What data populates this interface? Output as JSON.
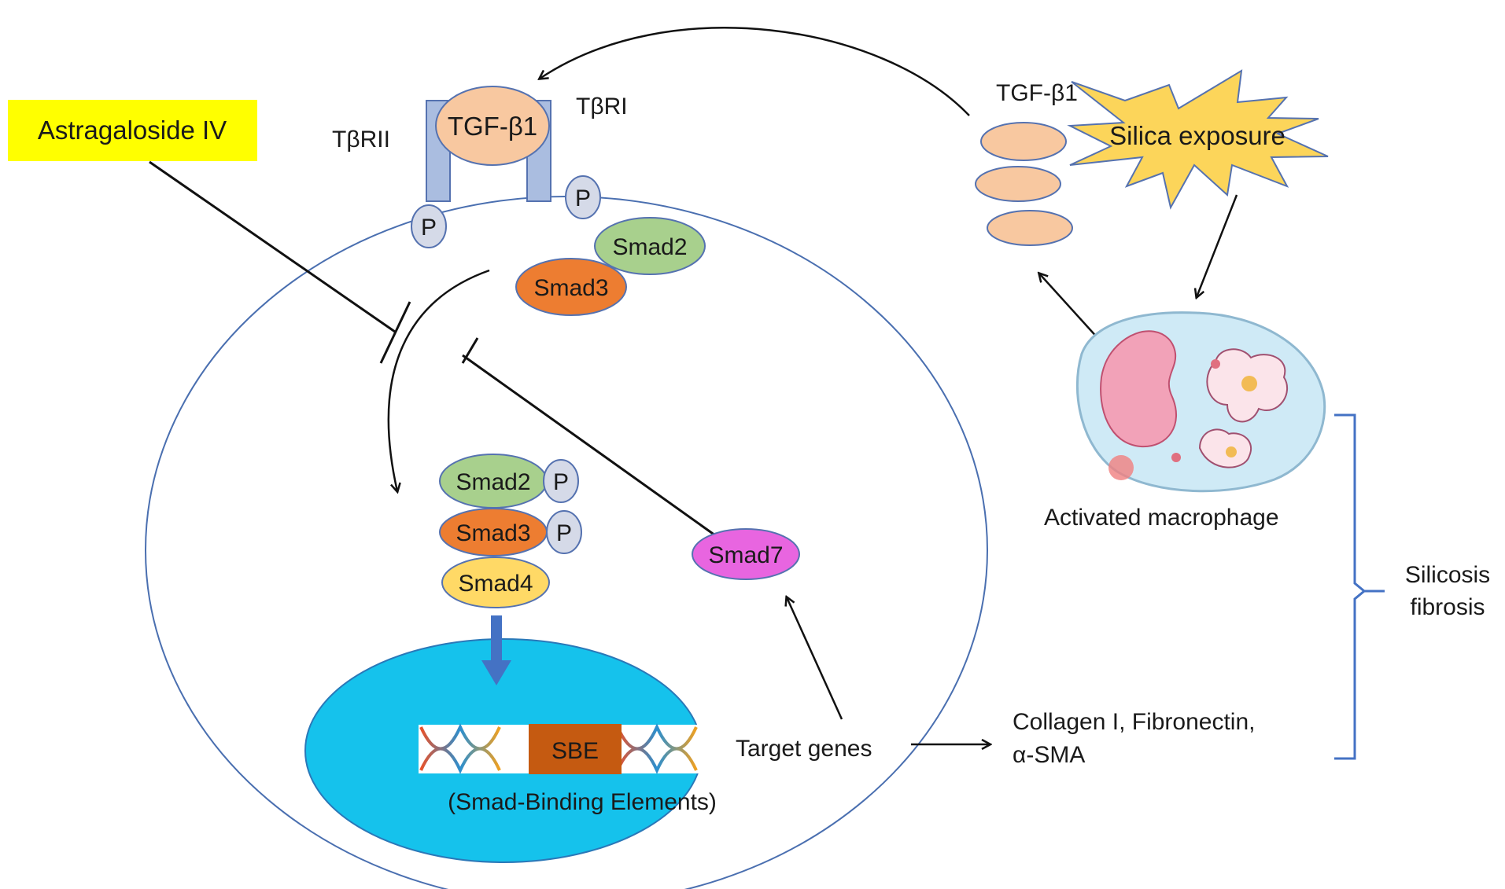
{
  "figure": {
    "title": "Astragaloside IV inhibits TGF-β1/Smad signaling in silicosis fibrosis"
  },
  "drug": {
    "label": "Astragaloside IV",
    "color": "#ffff00"
  },
  "receptor": {
    "ligand_label": "TGF-β1",
    "type1_label": "TβRI",
    "type2_label": "TβRII",
    "phospho_label": "P"
  },
  "cytoplasm": {
    "smad2_label": "Smad2",
    "smad3_label": "Smad3",
    "complex": [
      {
        "label": "Smad2",
        "color": "#a8d08d",
        "phospho": "P"
      },
      {
        "label": "Smad3",
        "color": "#ed7d31",
        "phospho": "P"
      },
      {
        "label": "Smad4",
        "color": "#ffd966",
        "phospho": ""
      }
    ],
    "smad7_label": "Smad7",
    "smad7_color": "#e865e0"
  },
  "nucleus": {
    "sbe_label": "SBE",
    "sbe_caption": "(Smad-Binding Elements)",
    "target_genes_label": "Target genes",
    "color": "#00c8f0"
  },
  "extracellular": {
    "tgf_label": "TGF-β1",
    "silica_label": "Silica exposure",
    "macrophage_label": "Activated macrophage",
    "products_line1": "Collagen I, Fibronectin,",
    "products_line2": "α-SMA",
    "outcome_line1": "Silicosis",
    "outcome_line2": "fibrosis"
  }
}
